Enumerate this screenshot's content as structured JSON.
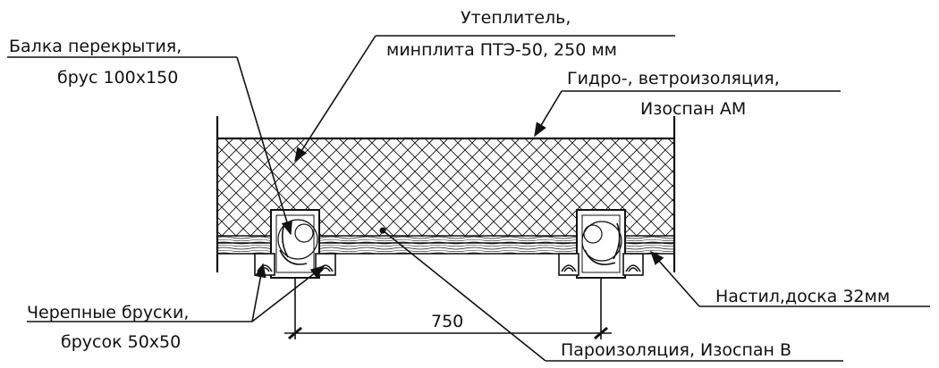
{
  "labels": {
    "insulation_line1": "Утеплитель,",
    "insulation_line2": "минплита ПТЭ-50, 250 мм",
    "beam_line1": "Балка перекрытия,",
    "beam_line2": "брус 100х150",
    "hydro_line1": "Гидро-, ветроизоляция,",
    "hydro_line2": "Изоспан АМ",
    "cranial_line1": "Черепные бруски,",
    "cranial_line2": "брусок 50х50",
    "decking": "Настил,доска 32мм",
    "vapor": "Пароизоляция, Изоспан В",
    "dimension": "750"
  }
}
